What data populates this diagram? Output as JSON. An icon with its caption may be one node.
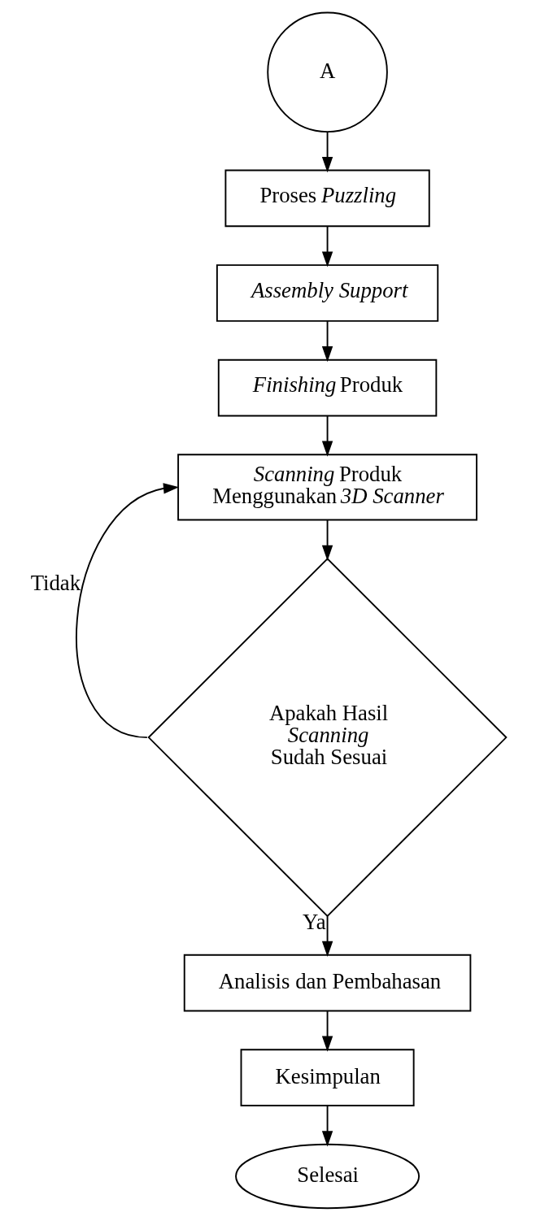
{
  "diagram": {
    "nodes": [
      {
        "text": [
          "A"
        ]
      },
      {
        "text": [
          "Proses *Puzzling*"
        ]
      },
      {
        "text": [
          "*Assembly Support*"
        ]
      },
      {
        "text": [
          "*Finishing* Produk"
        ]
      },
      {
        "text": [
          "*Scanning* Produk Menggunakan *3D Scanner*"
        ]
      },
      {
        "text": [
          "Apakah Hasil *Scanning* Sudah Sesuai"
        ]
      },
      {
        "text": [
          "Analisis dan Pembahasan"
        ]
      },
      {
        "text": [
          "Kesimpulan"
        ]
      },
      {
        "text": [
          "Selesai"
        ]
      }
    ],
    "edges": [
      {
        "from": 0,
        "to": 1,
        "arrow": "to"
      },
      {
        "from": 1,
        "to": 2,
        "arrow": "to"
      },
      {
        "from": 2,
        "to": 3,
        "arrow": "to"
      },
      {
        "from": 3,
        "to": 4,
        "arrow": "to"
      },
      {
        "from": 4,
        "to": 5,
        "arrow": "to"
      },
      {
        "from": 5,
        "to": 4,
        "label": "Tidak",
        "arrow": "to"
      },
      {
        "from": 5,
        "to": 6,
        "label": "Ya",
        "arrow": "to"
      },
      {
        "from": 6,
        "to": 7,
        "arrow": "to"
      },
      {
        "from": 7,
        "to": 8,
        "arrow": "to"
      }
    ]
  }
}
